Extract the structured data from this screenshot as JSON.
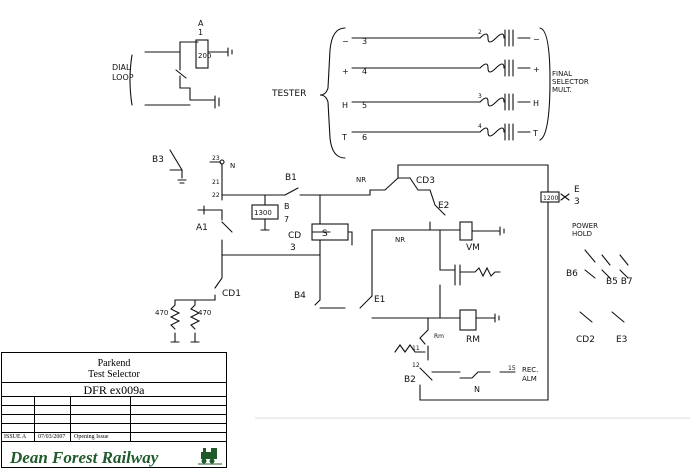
{
  "title_block": {
    "title_line1": "Parkend",
    "title_line2": "Test Selector",
    "drawing_number": "DFR ex009a",
    "issue_code": "ISSUE A",
    "issue_date": "07/03/2007",
    "issue_note": "Opening Issue",
    "brand": "Dean Forest Railway"
  },
  "labels": {
    "dial_loop_1": "DIAL",
    "dial_loop_2": "LOOP",
    "tester": "TESTER",
    "final_selector_1": "FINAL",
    "final_selector_2": "SELECTOR",
    "final_selector_3": "MULT.",
    "power_hold_1": "POWER",
    "power_hold_2": "HOLD",
    "rec_alm_1": "REC.",
    "rec_alm_2": "ALM",
    "relay_a_top": "A",
    "relay_a_bot": "1",
    "relay_a_res": "200",
    "b3": "B3",
    "a1": "A1",
    "b1": "B1",
    "res_1300": "1300",
    "frac_b": "B",
    "frac_7": "7",
    "cd_top": "CD",
    "cd_bot": "3",
    "s_box": "S",
    "cd3": "CD3",
    "e2": "E2",
    "nr_top": "NR",
    "nr_mid": "NR",
    "vm": "VM",
    "rm": "RM",
    "res_1200": "1200",
    "e_top": "E",
    "e_bot": "3",
    "cd1": "CD1",
    "b4": "B4",
    "e1": "E1",
    "r470a": "470",
    "r470b": "470",
    "rm_small": "Rm",
    "b2": "B2",
    "n_bot": "N",
    "b6": "B6",
    "b5b7": "B5 B7",
    "cd2": "CD2",
    "e3": "E3",
    "n_top": "N",
    "pin_23": "23",
    "pin_21": "21",
    "pin_22": "22",
    "pin_15": "15",
    "pin_11": "11",
    "pin_12": "12",
    "wire_minus": "−",
    "wire_plus": "+",
    "wire_h": "H",
    "wire_t": "T",
    "out_minus": "−",
    "out_plus": "+",
    "out_h": "H",
    "out_t": "T",
    "n3": "3",
    "n4": "4",
    "n5": "5",
    "n6": "6",
    "c2": "2",
    "c3": "3",
    "c4": "4"
  },
  "colors": {
    "ink": "#111111",
    "brand": "#1f5a2a"
  }
}
